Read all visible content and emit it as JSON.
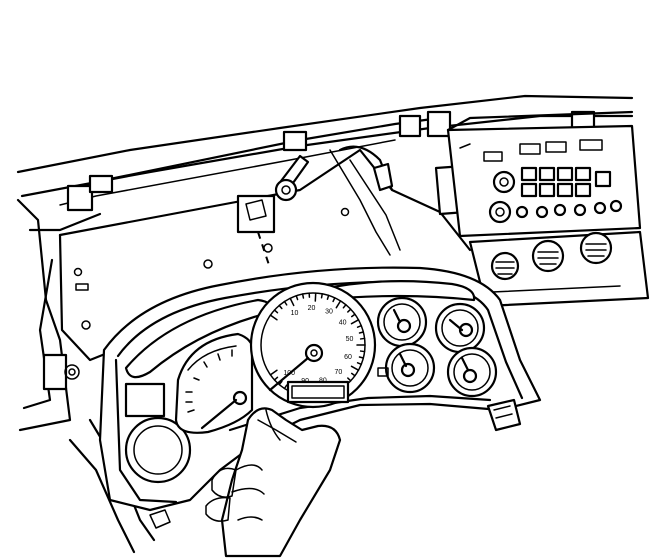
{
  "speedometer": {
    "tick_labels": [
      "10",
      "20",
      "30",
      "40",
      "50",
      "60",
      "70",
      "80",
      "90",
      "100"
    ]
  },
  "colors": {
    "line": "#000000",
    "background": "#ffffff"
  }
}
